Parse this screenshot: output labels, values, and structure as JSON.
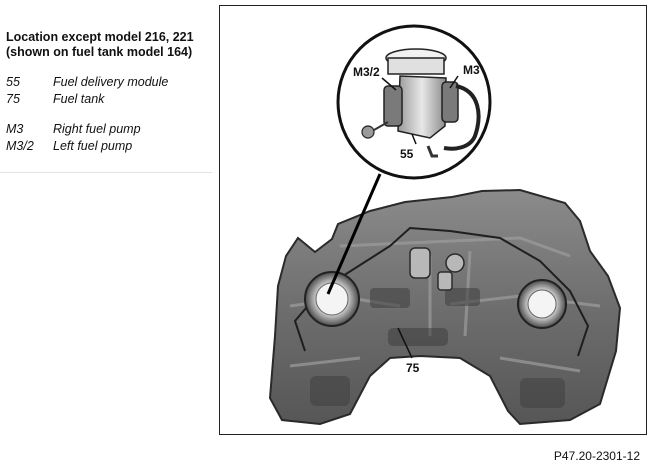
{
  "legend": {
    "title_line1": "Location except model 216, 221",
    "title_line2": "(shown on fuel tank model 164)",
    "items": [
      {
        "code": "55",
        "text": "Fuel delivery module"
      },
      {
        "code": "75",
        "text": "Fuel tank"
      },
      {
        "code": "M3",
        "text": "Right fuel pump"
      },
      {
        "code": "M3/2",
        "text": "Left fuel pump"
      }
    ]
  },
  "figure": {
    "callouts": {
      "left_pump": "M3/2",
      "right_pump": "M3",
      "module": "55",
      "tank": "75"
    }
  },
  "reference": "P47.20-2301-12"
}
